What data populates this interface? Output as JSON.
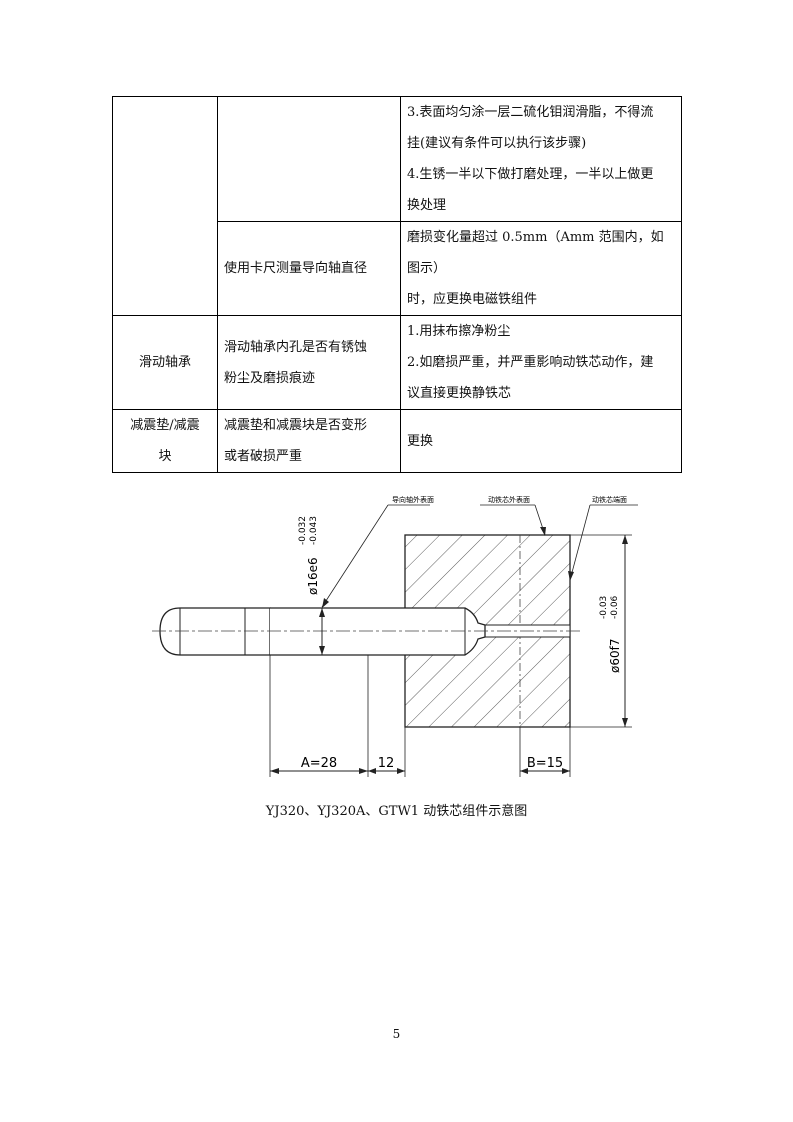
{
  "table": {
    "rows": [
      {
        "item": "",
        "check": "",
        "method_lines": [
          "3.表面均匀涂一层二硫化钼润滑脂，不得流",
          "挂(建议有条件可以执行该步骤)",
          "4.生锈一半以下做打磨处理，一半以上做更",
          "换处理"
        ]
      },
      {
        "check": "使用卡尺测量导向轴直径",
        "method_lines": [
          "磨损变化量超过 0.5mm（Amm 范围内，如图示）",
          "时，应更换电磁铁组件"
        ]
      },
      {
        "item": "滑动轴承",
        "check_lines": [
          "滑动轴承内孔是否有锈蚀",
          "粉尘及磨损痕迹"
        ],
        "method_lines": [
          "1.用抹布擦净粉尘",
          "2.如磨损严重，并严重影响动铁芯动作，建",
          "议直接更换静铁芯"
        ]
      },
      {
        "item_lines": [
          "减震垫/减震",
          "块"
        ],
        "check_lines": [
          "减震垫和减震块是否变形",
          "或者破损严重"
        ],
        "method_lines": [
          "更换"
        ]
      }
    ]
  },
  "drawing": {
    "labels": {
      "guide_shaft_surface": "导向轴外表面",
      "core_outer_surface": "动铁芯外表面",
      "core_end_face": "动铁芯端面",
      "shaft_dia": "ø16e6",
      "shaft_tol_upper": "-0.032",
      "shaft_tol_lower": "-0.043",
      "core_dia": "ø60f7",
      "core_tol_upper": "-0.03",
      "core_tol_lower": "-0.06",
      "dim_a": "A=28",
      "dim_gap": "12",
      "dim_b": "B=15"
    }
  },
  "caption": "YJ320、YJ320A、GTW1 动铁芯组件示意图",
  "page_number": "5"
}
